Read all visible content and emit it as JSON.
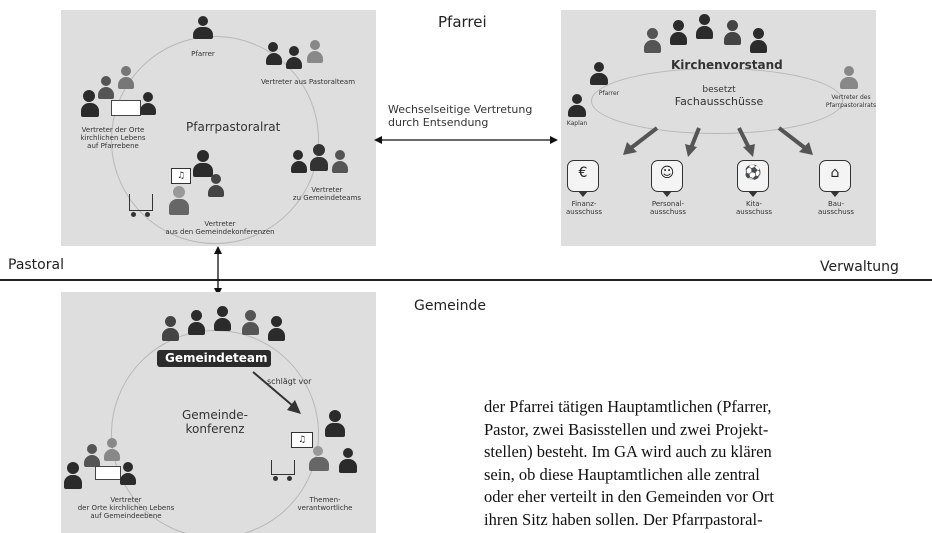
{
  "labels": {
    "pfarrei": "Pfarrei",
    "gemeinde": "Gemeinde",
    "pastoral": "Pastoral",
    "verwaltung": "Verwaltung",
    "exchange": "Wechselseitige Vertretung\ndurch Entsendung"
  },
  "pfarrpastoralrat": {
    "title": "Pfarrpastoralrat",
    "pfarrer": "Pfarrer",
    "pastoralteam": "Vertreter aus Pastoralteam",
    "gemeindeteams": "Vertreter\nzu Gemeindeteams",
    "gemeindekonferenzen": "Vertreter\naus den Gemeindekonferenzen",
    "orte": "Vertreter der Orte\nkirchlichen Lebens\nauf Pfarrebene"
  },
  "kirchenvorstand": {
    "title": "Kirchenvorstand",
    "besetzt": "besetzt",
    "fachausschuesse": "Fachausschüsse",
    "pfarrer": "Pfarrer",
    "kaplan": "Kaplan",
    "vertreter": "Vertreter des\nPfarrpastoralrats",
    "committees": [
      {
        "name": "Finanz-\nausschuss",
        "icon": "money-icon",
        "glyph": "€"
      },
      {
        "name": "Personal-\nausschuss",
        "icon": "people-desk-icon",
        "glyph": "☺"
      },
      {
        "name": "Kita-\nausschuss",
        "icon": "child-ball-icon",
        "glyph": "⚽"
      },
      {
        "name": "Bau-\nausschuss",
        "icon": "crane-icon",
        "glyph": "⌂"
      }
    ]
  },
  "gemeinde_panel": {
    "title": "Gemeindeteam",
    "schlaegt_vor": "schlägt vor",
    "konferenz": "Gemeinde-\nkonferenz",
    "orte": "Vertreter\nder Orte kirchlichen Lebens\nauf Gemeindeebene",
    "themen": "Themen-\nverantwortliche"
  },
  "paragraph": [
    "der Pfarrei tätigen Hauptamtlichen (Pfarrer,",
    "Pastor, zwei Basisstellen und zwei Projekt-",
    "stellen) besteht. Im GA wird auch zu klären",
    "sein, ob diese Hauptamtlichen alle zentral",
    "oder eher verteilt in den Gemeinden vor Ort",
    "ihren Sitz haben sollen. Der Pfarrpastoral-"
  ]
}
